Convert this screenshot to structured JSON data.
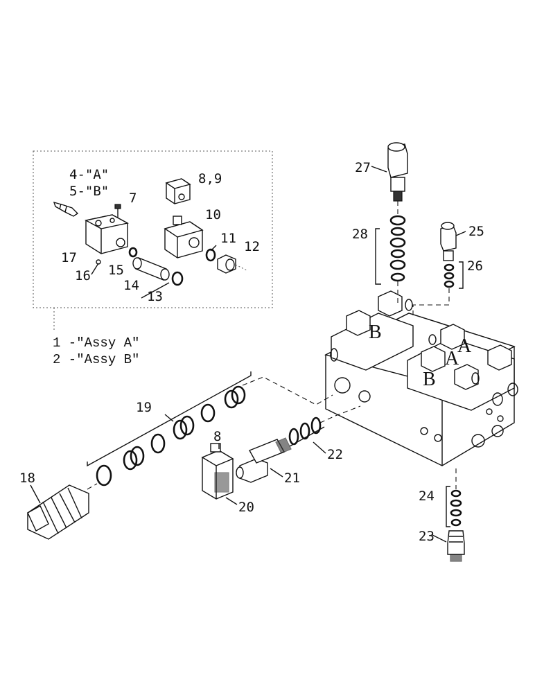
{
  "inset_labels": {
    "l4": "4-\"A\"",
    "l5": "5-\"B\"",
    "l7": "7",
    "l89": "8,9",
    "l10": "10",
    "l11": "11",
    "l12": "12",
    "l13": "13",
    "l14": "14",
    "l15": "15",
    "l16": "16",
    "l17": "17"
  },
  "legend": {
    "line1": "1 -\"Assy A\"",
    "line2": "2 -\"Assy B\""
  },
  "main_labels": {
    "l8": "8",
    "l18": "18",
    "l19": "19",
    "l20": "20",
    "l21": "21",
    "l22": "22",
    "l23": "23",
    "l24": "24",
    "l25": "25",
    "l26": "26",
    "l27": "27",
    "l28": "28"
  },
  "block_marks": {
    "b1": "B",
    "b2": "B",
    "a1": "A",
    "a2": "A"
  }
}
